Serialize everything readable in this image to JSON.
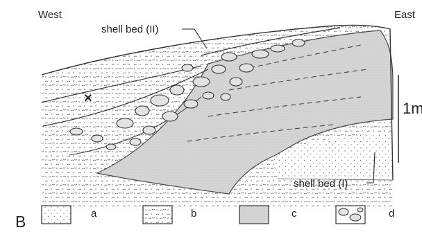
{
  "figure": {
    "panel_label": "B",
    "directions": {
      "west": "West",
      "east": "East"
    },
    "callouts": {
      "shell_bed_upper": "shell bed (II)",
      "shell_bed_lower": "shell bed (I)"
    },
    "scale_bar_label": "1m",
    "legend": [
      {
        "key": "a",
        "pattern": "sparse-dots"
      },
      {
        "key": "b",
        "pattern": "dots-and-arcs"
      },
      {
        "key": "c",
        "pattern": "fine-stipple"
      },
      {
        "key": "d",
        "pattern": "clasts"
      }
    ],
    "marker_symbol": "×"
  }
}
